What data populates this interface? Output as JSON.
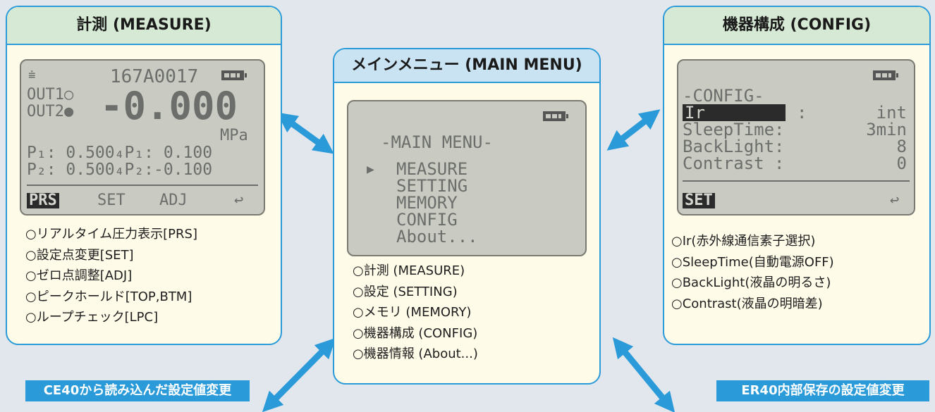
{
  "colors": {
    "accent": "#2a9ad9",
    "header_bg": "#d5e9d4",
    "panel_bg": "#fffbe9",
    "lcd_bg": "#c9cbc3",
    "page_bg": "#e1e7ec"
  },
  "measure": {
    "title": "計測 (MEASURE)",
    "lcd": {
      "signal_icon": "antenna-icon",
      "serial": "167A0017",
      "out1": "OUT1○",
      "out2": "OUT2●",
      "reading": "-0.000",
      "unit": "MPa",
      "row1": "P₁: 0.500₄P₁: 0.100",
      "row2": "P₂: 0.500₄P₂:-0.100",
      "softkeys": {
        "prs": "PRS",
        "set": "SET",
        "adj": "ADJ",
        "back": "↩"
      }
    },
    "bullets": [
      "○リアルタイム圧力表示[PRS]",
      "○設定点変更[SET]",
      "○ゼロ点調整[ADJ]",
      "○ピークホールド[TOP,BTM]",
      "○ループチェック[LPC]"
    ]
  },
  "main_menu": {
    "title": "メインメニュー (MAIN MENU)",
    "lcd": {
      "heading": "-MAIN MENU-",
      "cursor": "▶",
      "items": [
        "MEASURE",
        "SETTING",
        "MEMORY",
        "CONFIG",
        "About..."
      ]
    },
    "bullets": [
      "○計測 (MEASURE)",
      "○設定 (SETTING)",
      "○メモリ (MEMORY)",
      "○機器構成 (CONFIG)",
      "○機器情報 (About...)"
    ]
  },
  "config": {
    "title": "機器構成 (CONFIG)",
    "lcd": {
      "heading": "-CONFIG-",
      "rows": [
        {
          "label": "Ir",
          "value": "int"
        },
        {
          "label": "SleepTime:",
          "value": "3min"
        },
        {
          "label": "BackLight:",
          "value": "8"
        },
        {
          "label": "Contrast :",
          "value": "0"
        }
      ],
      "colon": ":",
      "softkeys": {
        "set": "SET",
        "back": "↩"
      }
    },
    "bullets": [
      "○Ir(赤外線通信素子選択)",
      "○SleepTime(自動電源OFF)",
      "○BackLight(液晶の明るさ)",
      "○Contrast(液晶の明暗差)"
    ]
  },
  "tags": {
    "left": "CE40から読み込んだ設定値変更",
    "right": "ER40内部保存の設定値変更"
  }
}
